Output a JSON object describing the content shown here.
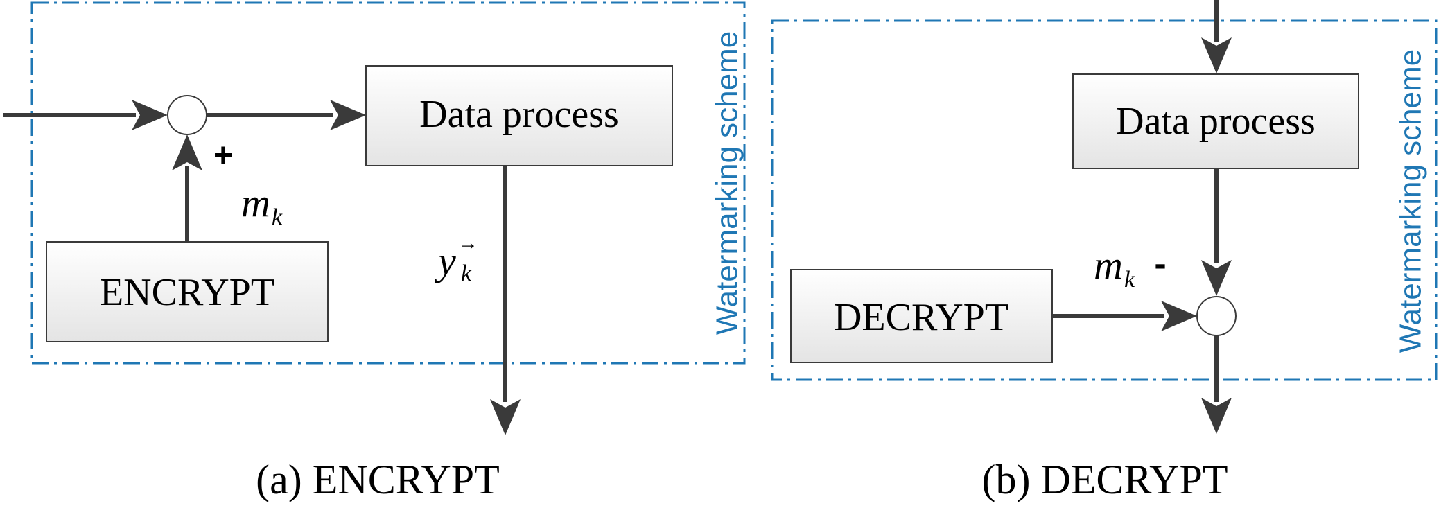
{
  "colors": {
    "scheme_border": "#1f77b4",
    "arrow": "#3a3a3a",
    "box_fill_top": "#ffffff",
    "box_fill_bottom": "#e6e6e6"
  },
  "panel_a": {
    "scheme_label": "Watermarking scheme",
    "process_label": "Data process",
    "encrypt_label": "ENCRYPT",
    "plus_sign": "+",
    "m_symbol": "m",
    "m_subscript": "k",
    "y_symbol": "y",
    "y_subscript": "k",
    "y_arrow": "→",
    "caption": "(a) ENCRYPT"
  },
  "panel_b": {
    "scheme_label": "Watermarking scheme",
    "process_label": "Data process",
    "decrypt_label": "DECRYPT",
    "minus_sign": "-",
    "m_symbol": "m",
    "m_subscript": "k",
    "caption": "(b) DECRYPT"
  }
}
